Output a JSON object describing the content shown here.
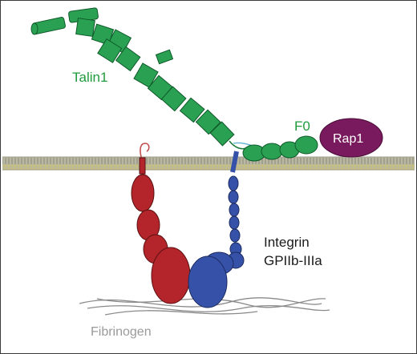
{
  "labels": {
    "talin": "Talin1",
    "f0": "F0",
    "rap1": "Rap1",
    "integrin_line1": "Integrin",
    "integrin_line2": "GPIIb-IIIa",
    "fibrinogen": "Fibrinogen"
  },
  "colors": {
    "talin": "#2aa152",
    "rap1": "#7a1a5e",
    "integrin_alpha": "#b3252a",
    "integrin_beta": "#3652a8",
    "membrane": "#a9a992",
    "fibrinogen": "#8a8a8a"
  }
}
